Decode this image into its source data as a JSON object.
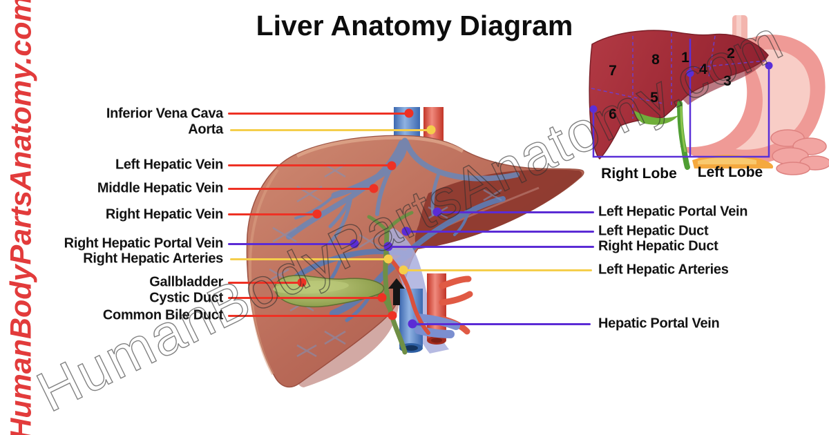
{
  "title": "Liver Anatomy Diagram",
  "watermark": {
    "side_text": "HumanBodyPartsAnatomy.com",
    "diagonal_text": "HumanBodyPartsAnatomy.com"
  },
  "colors": {
    "leader_red": "#ee3124",
    "leader_yellow": "#f5ce4b",
    "leader_purple": "#5b2bd5",
    "watermark_red": "#e23b3b",
    "bracket_purple": "#5a2fd8",
    "liver_salmon": "#b96a58",
    "liver_dark_underside": "#8e3a2f",
    "mini_liver_red": "#a02b37",
    "gallbladder_green": "#93a351",
    "stomach_pink": "#ef9a96"
  },
  "labels_left": [
    {
      "text": "Inferior Vena Cava",
      "line_color": "red"
    },
    {
      "text": "Aorta",
      "line_color": "yellow"
    },
    {
      "text": "Left Hepatic Vein",
      "line_color": "red"
    },
    {
      "text": "Middle Hepatic Vein",
      "line_color": "red"
    },
    {
      "text": "Right Hepatic Vein",
      "line_color": "red"
    },
    {
      "text": "Right Hepatic Portal Vein",
      "line_color": "purple"
    },
    {
      "text": "Right Hepatic Arteries",
      "line_color": "yellow"
    },
    {
      "text": "Gallbladder",
      "line_color": "red"
    },
    {
      "text": "Cystic Duct",
      "line_color": "red"
    },
    {
      "text": "Common Bile Duct",
      "line_color": "red"
    }
  ],
  "labels_right": [
    {
      "text": "Left Hepatic Portal Vein",
      "line_color": "purple"
    },
    {
      "text": "Left Hepatic Duct",
      "line_color": "purple"
    },
    {
      "text": "Right Hepatic Duct",
      "line_color": "purple"
    },
    {
      "text": "Left Hepatic Arteries",
      "line_color": "yellow"
    },
    {
      "text": "Hepatic Portal Vein",
      "line_color": "purple"
    }
  ],
  "mini_diagram": {
    "segments": [
      "1",
      "2",
      "3",
      "4",
      "5",
      "6",
      "7",
      "8"
    ],
    "right_lobe_label": "Right Lobe",
    "left_lobe_label": "Left Lobe"
  }
}
